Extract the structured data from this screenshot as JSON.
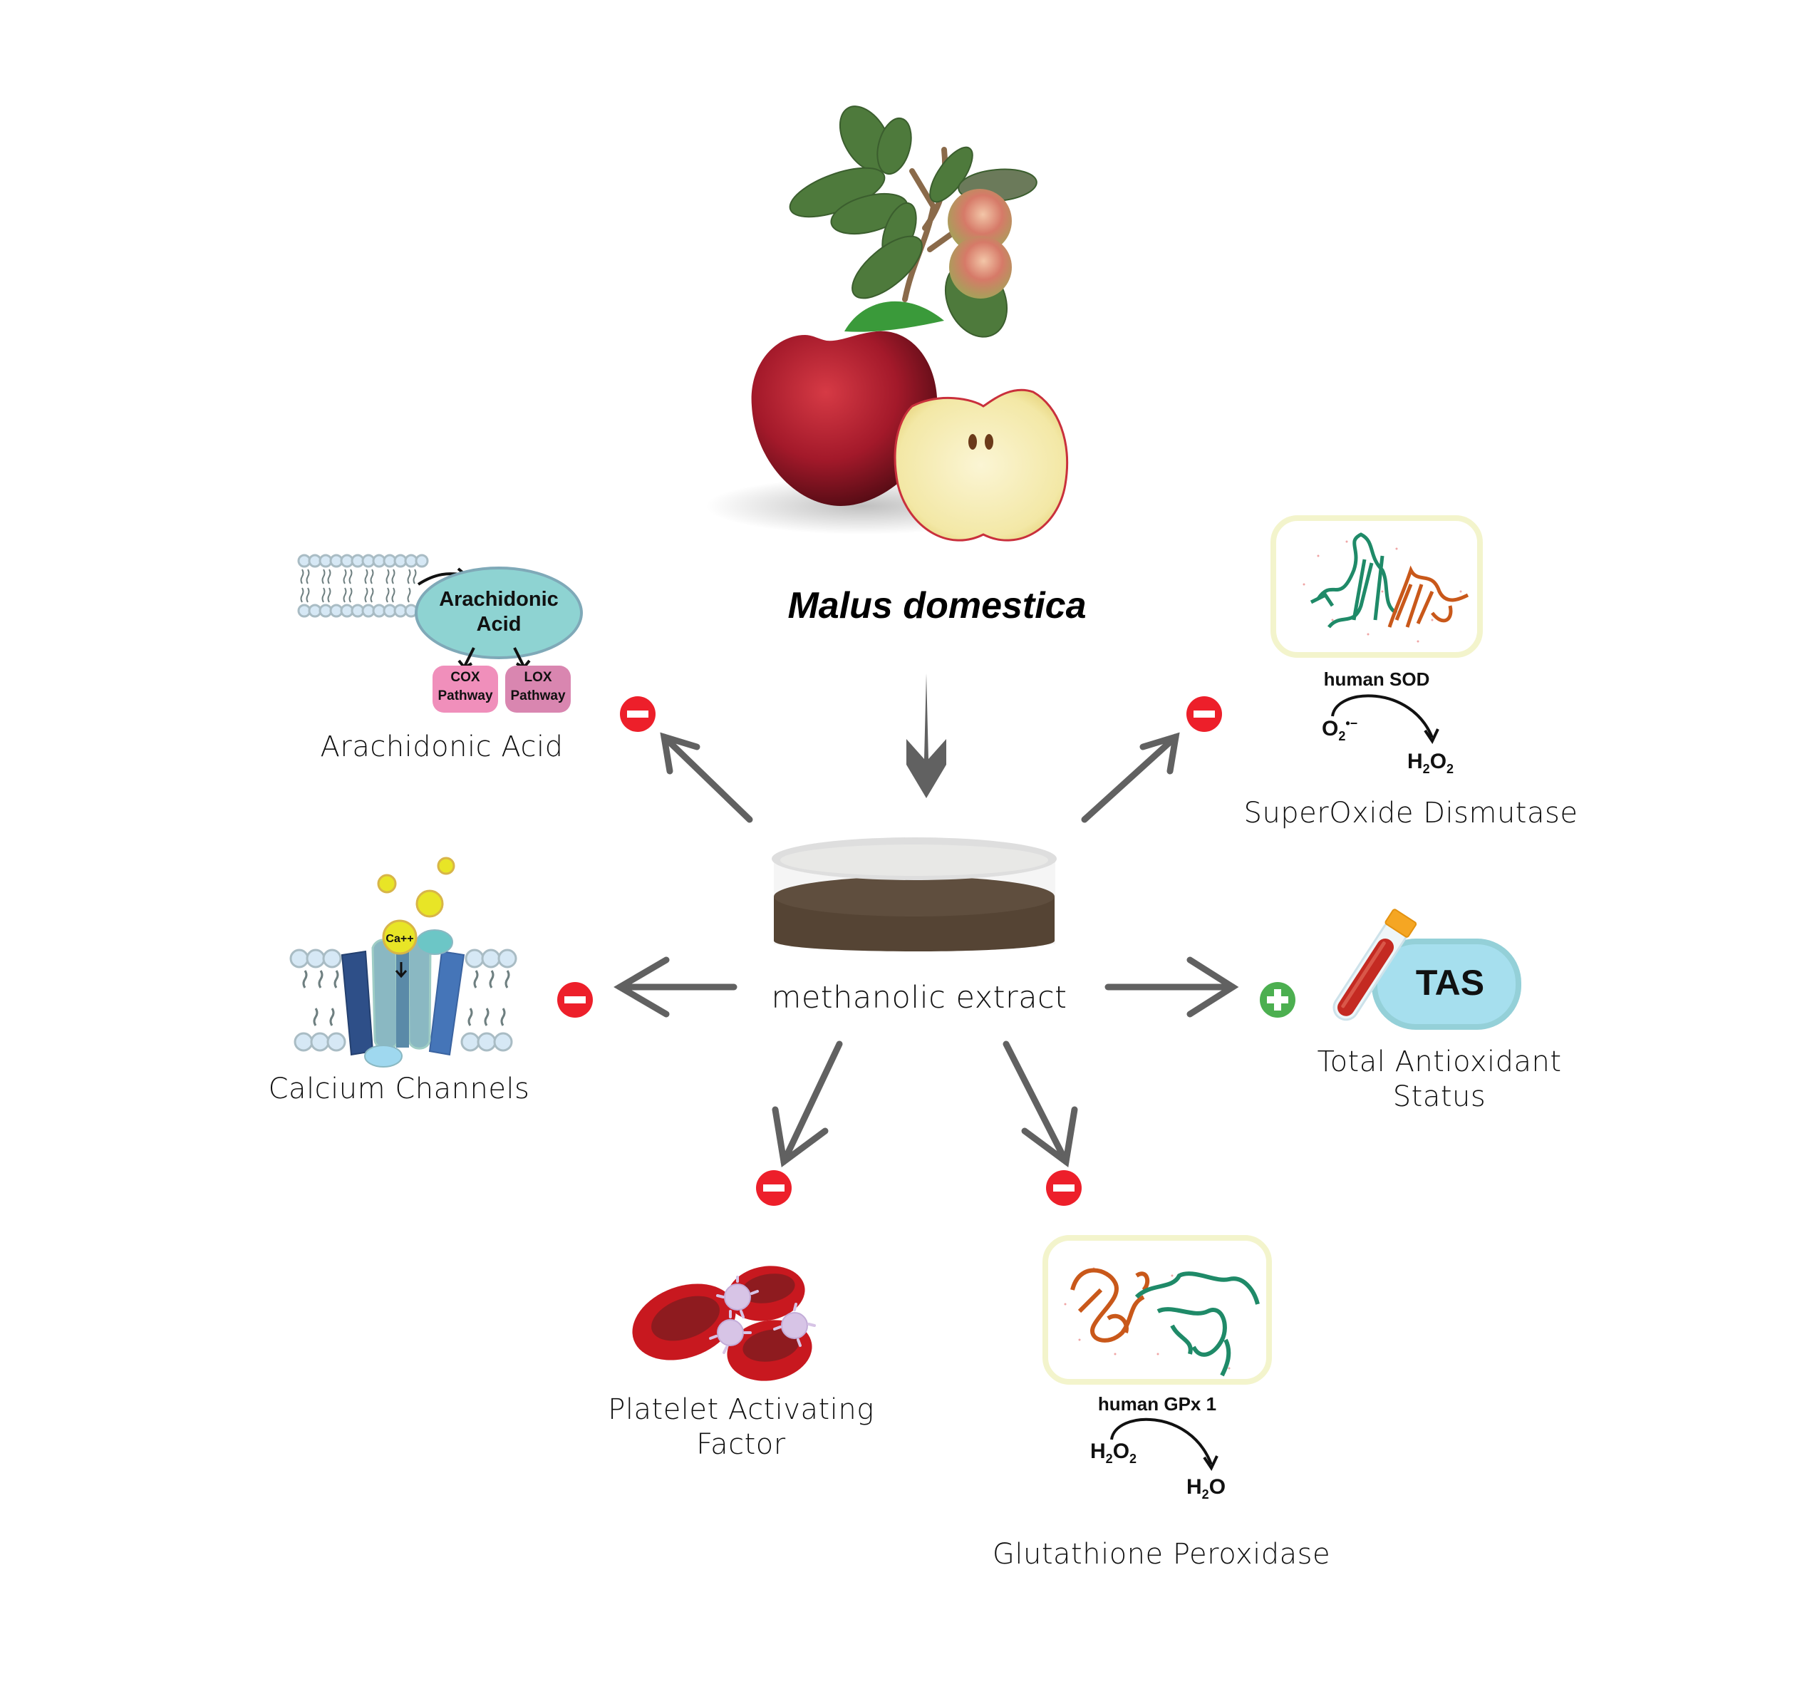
{
  "source": {
    "title": "Malus domestica",
    "extract_label": "methanolic extract"
  },
  "colors": {
    "arrow": "#616161",
    "inhibit": "#ed1f2a",
    "activate": "#4caf50",
    "enzyme_frame": "#f3f4cc",
    "protein_green": "#1f8a68",
    "protein_orange": "#c9581a",
    "extract_brown": "#574535",
    "arachidonic_fill": "#8ed3d2",
    "cox_fill": "#f08fbb",
    "lox_fill": "#d986b0",
    "tas_fill": "#a6dfee",
    "calcium_yellow": "#e8e526"
  },
  "targets": [
    {
      "id": "arachidonic-acid",
      "label": "Arachidonic Acid",
      "effect": "inhibit",
      "diagram": {
        "center_label_line1": "Arachidonic",
        "center_label_line2": "Acid",
        "pathways": [
          {
            "line1": "COX",
            "line2": "Pathway"
          },
          {
            "line1": "LOX",
            "line2": "Pathway"
          }
        ]
      }
    },
    {
      "id": "superoxide-dismutase",
      "label": "SuperOxide Dismutase",
      "effect": "inhibit",
      "enzyme": "human SOD",
      "reaction": {
        "substrate": "O2•−",
        "product": "H2O2"
      }
    },
    {
      "id": "calcium-channels",
      "label": "Calcium Channels",
      "effect": "inhibit",
      "ion": "Ca++"
    },
    {
      "id": "total-antioxidant-status",
      "label_line1": "Total Antioxidant",
      "label_line2": "Status",
      "effect": "activate",
      "badge": "TAS"
    },
    {
      "id": "platelet-activating-factor",
      "label_line1": "Platelet Activating",
      "label_line2": "Factor",
      "effect": "inhibit"
    },
    {
      "id": "glutathione-peroxidase",
      "label": "Glutathione Peroxidase",
      "effect": "inhibit",
      "enzyme": "human GPx 1",
      "reaction": {
        "substrate": "H2O2",
        "product": "H2O"
      }
    }
  ]
}
